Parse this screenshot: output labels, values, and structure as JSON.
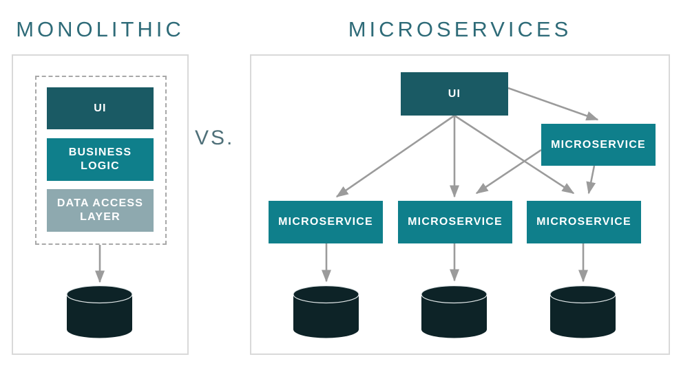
{
  "monolithic": {
    "title": "MONOLITHIC",
    "layers": [
      {
        "id": "ui",
        "label": "UI",
        "color": "#1a5a64"
      },
      {
        "id": "business-logic",
        "label": "BUSINESS LOGIC",
        "color": "#0f7f8b"
      },
      {
        "id": "data-access-layer",
        "label": "DATA ACCESS LAYER",
        "color": "#8ea9af"
      }
    ],
    "database_count": 1,
    "connections": [
      {
        "from": "monolith-stack",
        "to": "database-1"
      }
    ]
  },
  "vs_label": "VS.",
  "microservices": {
    "title": "MICROSERVICES",
    "nodes": [
      {
        "id": "ui",
        "label": "UI",
        "color": "#1a5a64"
      },
      {
        "id": "microservice-top",
        "label": "MICROSERVICE",
        "color": "#0f7f8b"
      },
      {
        "id": "microservice-1",
        "label": "MICROSERVICE",
        "color": "#0f7f8b"
      },
      {
        "id": "microservice-2",
        "label": "MICROSERVICE",
        "color": "#0f7f8b"
      },
      {
        "id": "microservice-3",
        "label": "MICROSERVICE",
        "color": "#0f7f8b"
      }
    ],
    "database_count": 3,
    "connections": [
      {
        "from": "ui",
        "to": "microservice-top"
      },
      {
        "from": "ui",
        "to": "microservice-1"
      },
      {
        "from": "ui",
        "to": "microservice-2"
      },
      {
        "from": "ui",
        "to": "microservice-3"
      },
      {
        "from": "microservice-top",
        "to": "microservice-2"
      },
      {
        "from": "microservice-top",
        "to": "microservice-3"
      },
      {
        "from": "microservice-1",
        "to": "database-1"
      },
      {
        "from": "microservice-2",
        "to": "database-2"
      },
      {
        "from": "microservice-3",
        "to": "database-3"
      }
    ]
  },
  "colors": {
    "title_color": "#2e6b78",
    "vs_color": "#4f7079",
    "arrow": "#9b9b9b",
    "panel_border": "#d9d9d9",
    "dashed_border": "#a8a8a8",
    "db_fill": "#0d2327",
    "db_edge": "#e4eaeb",
    "node_text": "#ffffff"
  }
}
